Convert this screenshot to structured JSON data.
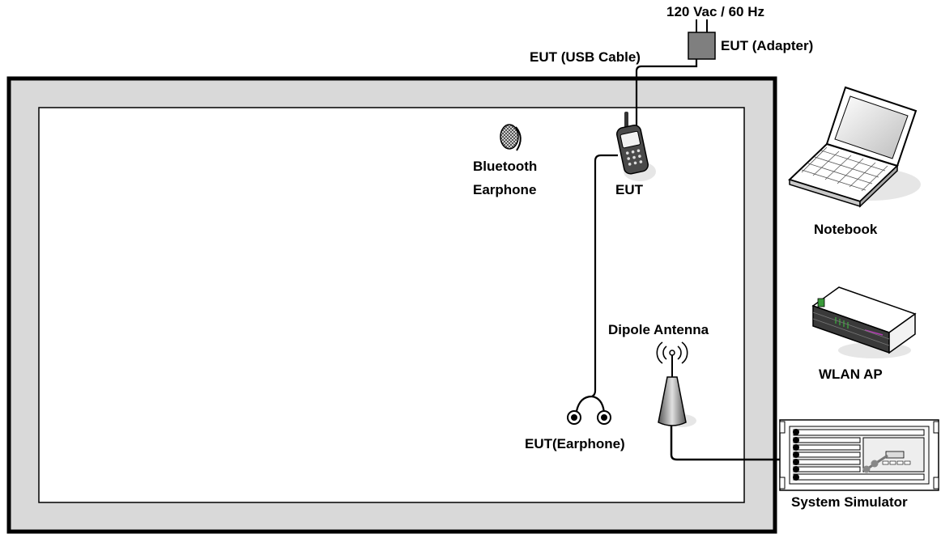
{
  "labels": {
    "power": "120 Vac / 60 Hz",
    "adapter": "EUT (Adapter)",
    "usb_cable": "EUT (USB Cable)",
    "bluetooth_line1": "Bluetooth",
    "bluetooth_line2": "Earphone",
    "eut": "EUT",
    "notebook": "Notebook",
    "dipole_antenna": "Dipole Antenna",
    "wlan_ap": "WLAN AP",
    "earphone": "EUT(Earphone)",
    "system_simulator": "System Simulator"
  },
  "colors": {
    "chamber_frame": "#d9d9d9",
    "chamber_border": "#000000",
    "device_gray": "#7f7f7f",
    "shadow": "#e6e6e6",
    "led_green": "#3a9a3a"
  }
}
